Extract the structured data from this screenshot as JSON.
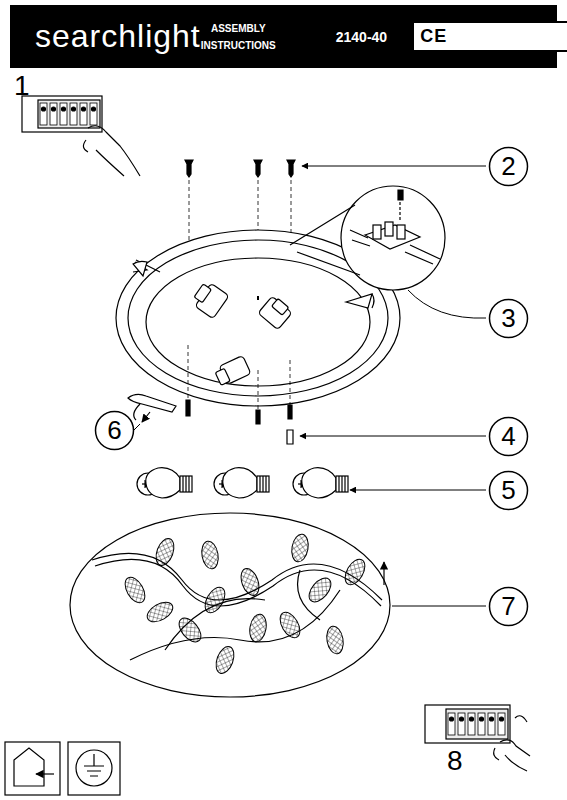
{
  "diagram": {
    "nodes": [
      {
        "text": [
          "searchlight",
          "ASSEMBLY INSTRUCTIONS",
          "2140-40"
        ]
      },
      {
        "text": [
          "CE"
        ],
        "in": 0
      },
      {
        "text": [
          "2"
        ]
      },
      {
        "text": [
          "3"
        ]
      },
      {
        "text": [
          "4"
        ]
      },
      {
        "text": [
          "5"
        ]
      },
      {
        "text": [
          "6"
        ]
      },
      {
        "text": [
          "7"
        ]
      }
    ],
    "labels": [
      "1",
      "8"
    ]
  }
}
